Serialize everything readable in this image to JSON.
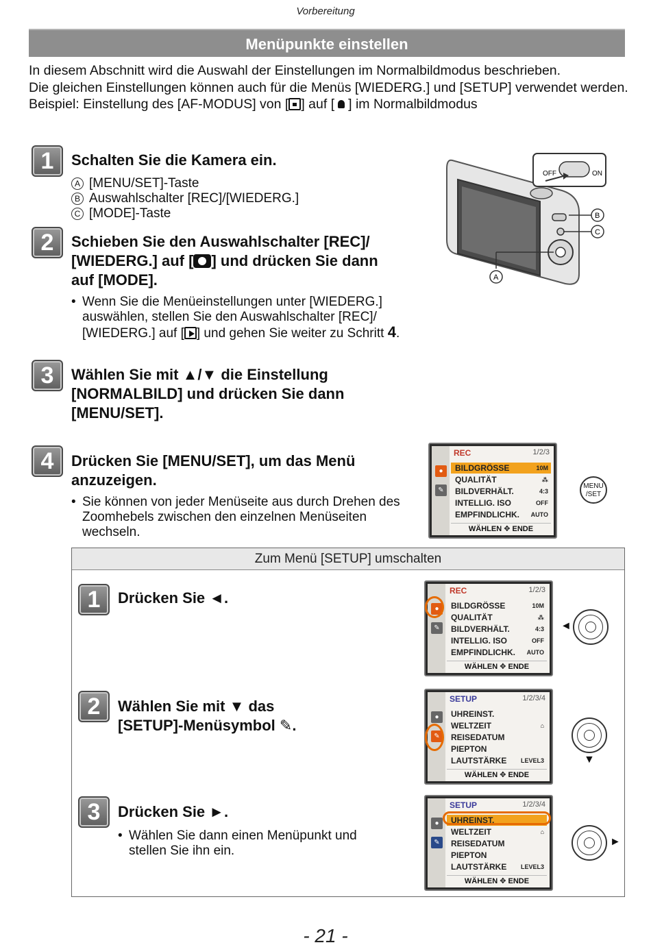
{
  "running_header": "Vorbereitung",
  "title": "Menüpunkte einstellen",
  "intro": {
    "line1": "In diesem Abschnitt wird die Auswahl der Einstellungen im Normalbildmodus beschrieben.",
    "line2": "Die gleichen Einstellungen können auch für die Menüs [WIEDERG.] und [SETUP] verwendet werden.",
    "example_a": "Beispiel: Einstellung des [AF-MODUS] von [",
    "example_b": "] auf [",
    "example_c": "] im Normalbildmodus"
  },
  "steps": [
    {
      "num": "1",
      "title": "Schalten Sie die Kamera ein.",
      "items": [
        {
          "letter": "A",
          "text": "[MENU/SET]-Taste"
        },
        {
          "letter": "B",
          "text": "Auswahlschalter [REC]/[WIEDERG.]"
        },
        {
          "letter": "C",
          "text": "[MODE]-Taste"
        }
      ]
    },
    {
      "num": "2",
      "title_a": "Schieben Sie den Auswahlschalter [REC]/",
      "title_b": "[WIEDERG.] auf [",
      "title_c": "] und drücken Sie dann",
      "title_d": "auf [MODE].",
      "note_a": "Wenn Sie die Menüeinstellungen unter [WIEDERG.] auswählen, stellen Sie den Auswahlschalter [REC]/ [WIEDERG.] auf [",
      "note_b": "] und gehen Sie weiter zu Schritt ",
      "note_c": "4",
      "note_d": "."
    },
    {
      "num": "3",
      "title_a": "Wählen Sie mit ▲/▼ die Einstellung",
      "title_b": "[NORMALBILD] und drücken Sie dann",
      "title_c": "[MENU/SET]."
    },
    {
      "num": "4",
      "title_a": "Drücken Sie [MENU/SET], um das Menü",
      "title_b": "anzuzeigen.",
      "note": "Sie können von jeder Menüseite aus durch Drehen des Zoomhebels zwischen den einzelnen Menüseiten wechseln."
    }
  ],
  "camera": {
    "switch_off": "OFF",
    "switch_on": "ON",
    "callout_a": "A",
    "callout_b": "B",
    "callout_c": "C"
  },
  "menu_button": {
    "line1": "MENU",
    "line2": "/SET"
  },
  "rec_menu": {
    "header": "REC",
    "page": "1/2/3",
    "rows": [
      {
        "label": "BILDGRÖSSE",
        "value": "10M"
      },
      {
        "label": "QUALITÄT",
        "value": "⁂"
      },
      {
        "label": "BILDVERHÄLT.",
        "value": "4:3"
      },
      {
        "label": "INTELLIG. ISO",
        "value": "OFF"
      },
      {
        "label": "EMPFINDLICHK.",
        "value": "AUTO"
      }
    ],
    "footer": "WÄHLEN ✥ ENDE"
  },
  "setup_menu": {
    "header": "SETUP",
    "page": "1/2/3/4",
    "rows": [
      {
        "label": "UHREINST.",
        "value": ""
      },
      {
        "label": "WELTZEIT",
        "value": "⌂"
      },
      {
        "label": "REISEDATUM",
        "value": ""
      },
      {
        "label": "PIEPTON",
        "value": ""
      },
      {
        "label": "LAUTSTÄRKE",
        "value": "LEVEL3"
      }
    ],
    "footer": "WÄHLEN ✥ ENDE"
  },
  "box": {
    "header": "Zum Menü [SETUP] umschalten",
    "steps": [
      {
        "num": "1",
        "title": "Drücken Sie ◄."
      },
      {
        "num": "2",
        "title_a": "Wählen Sie mit ▼ das",
        "title_b": "[SETUP]-Menüsymbol ",
        "title_c": "."
      },
      {
        "num": "3",
        "title": "Drücken Sie ►.",
        "note": "Wählen Sie dann einen Menüpunkt und stellen Sie ihn ein."
      }
    ],
    "arrow_left": "◄",
    "arrow_down": "▼",
    "arrow_right": "►"
  },
  "icons": {
    "wrench": "✎",
    "camera": "📷"
  },
  "page_number": "- 21 -"
}
